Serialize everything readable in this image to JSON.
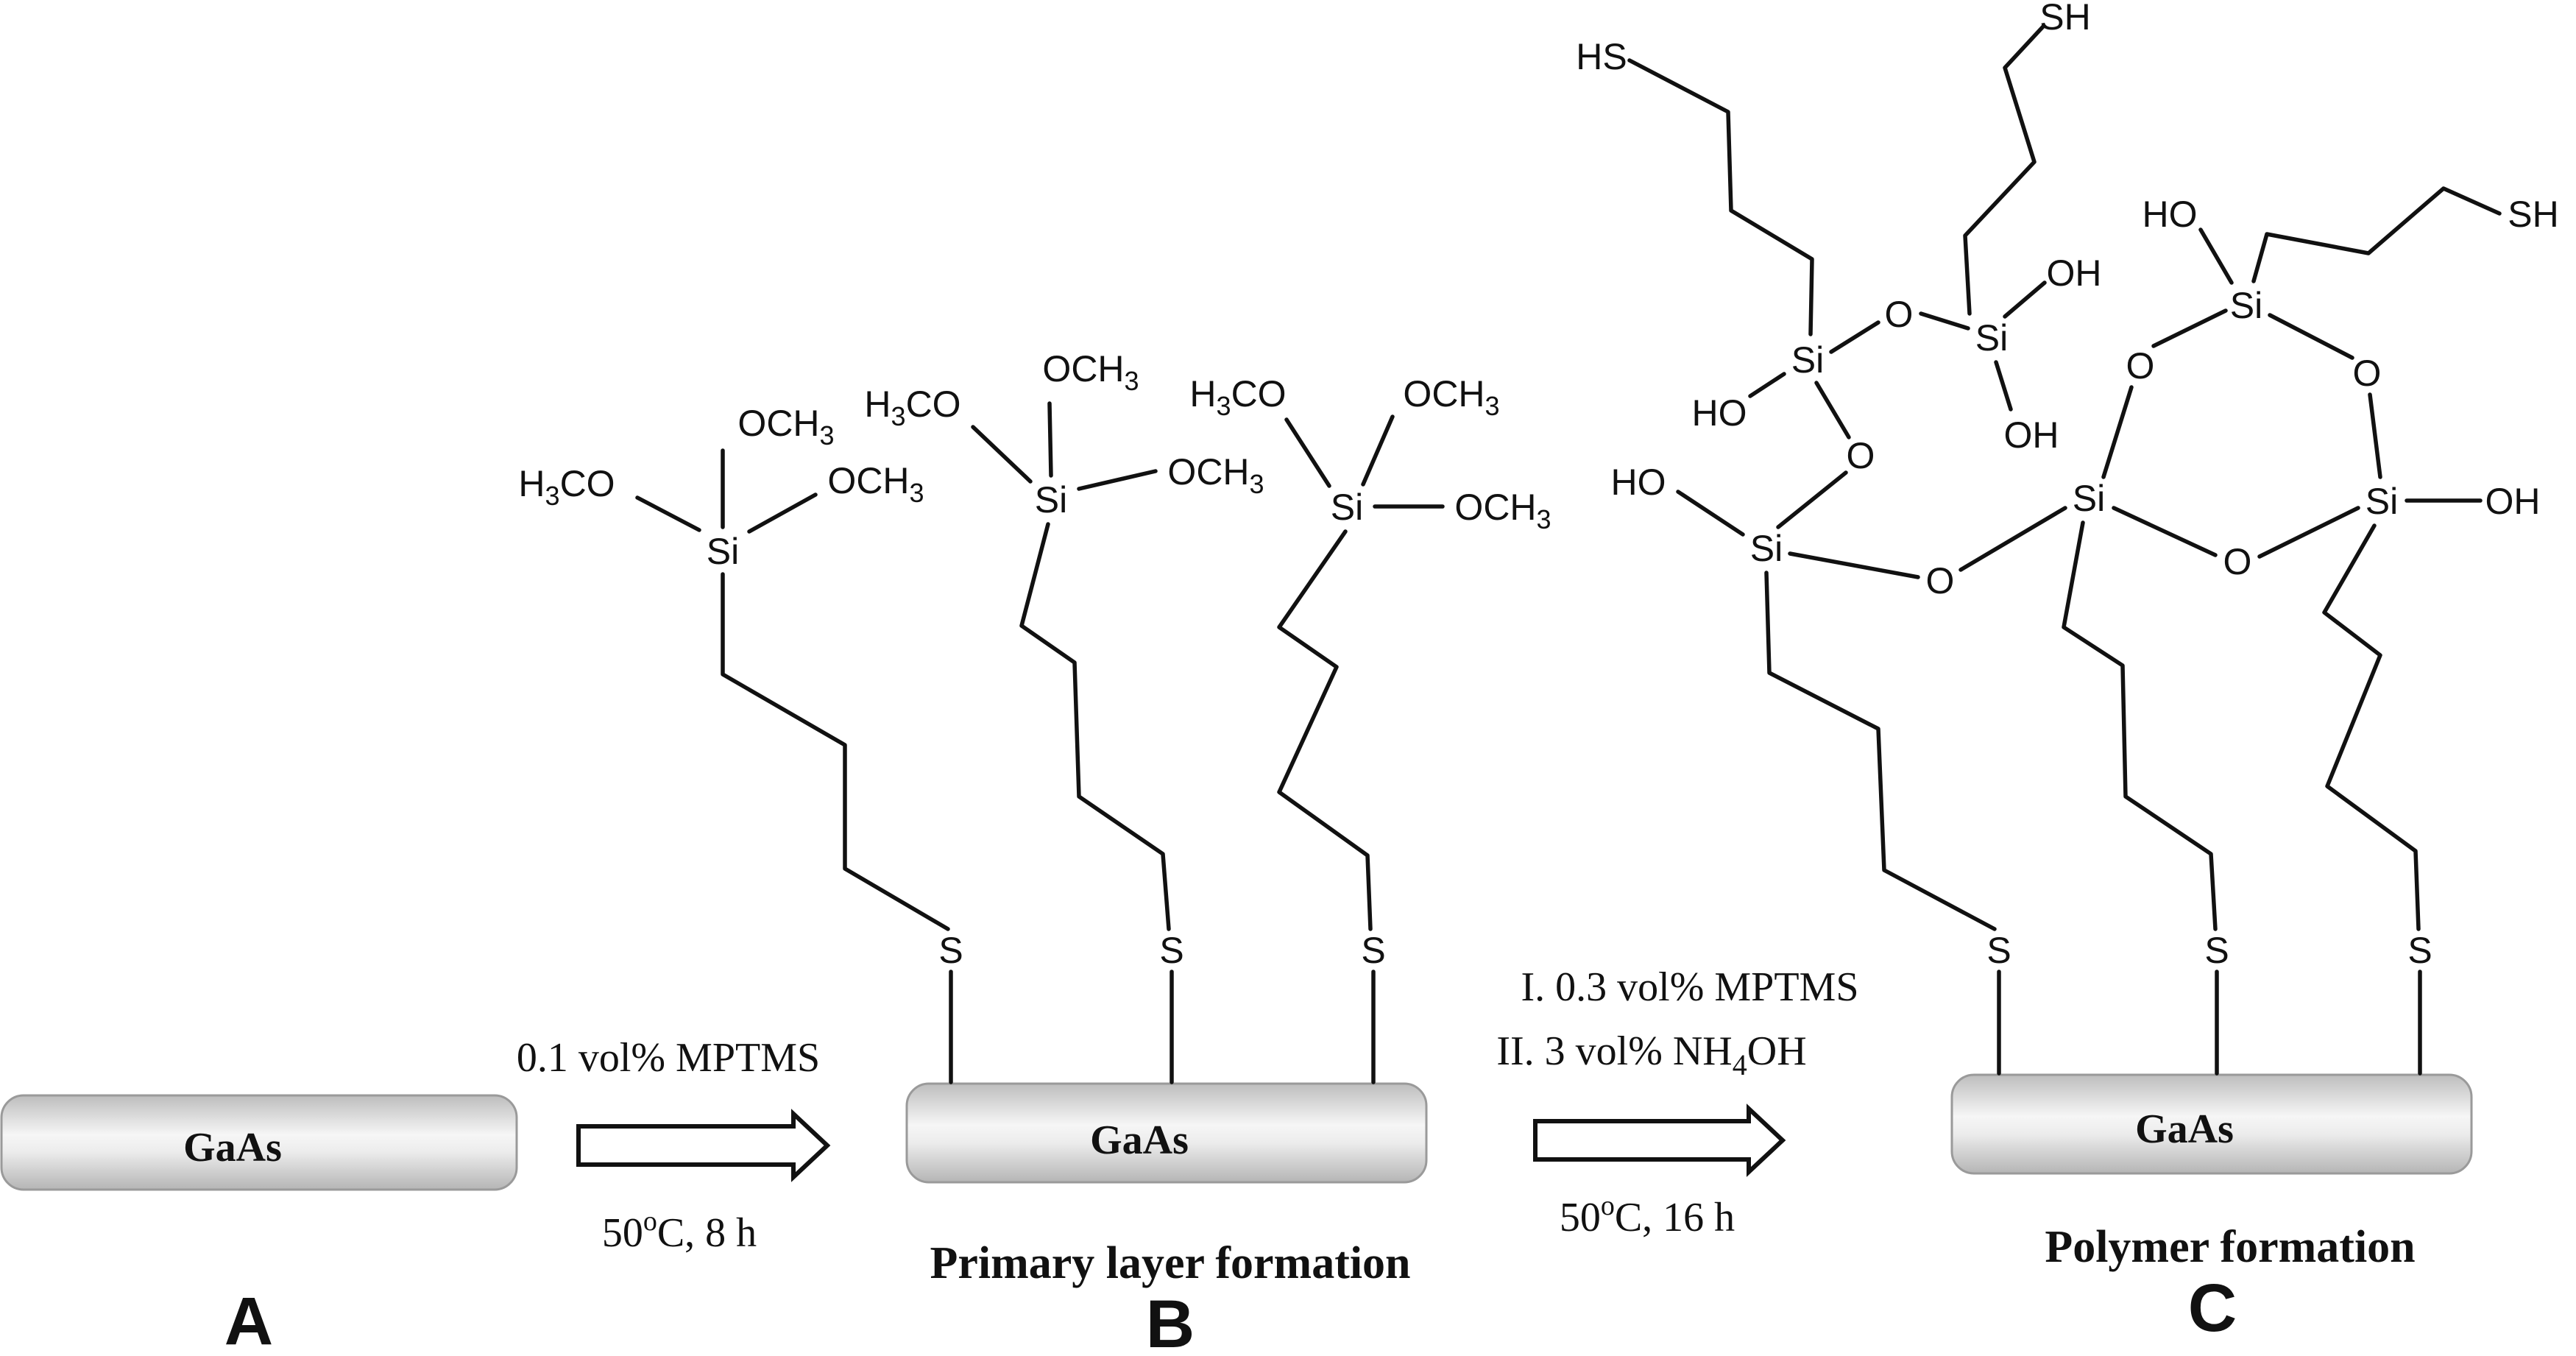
{
  "panels": {
    "a": {
      "letter": "A",
      "wafer_label": "GaAs"
    },
    "b": {
      "letter": "B",
      "wafer_label": "GaAs",
      "caption": "Primary layer formation"
    },
    "c": {
      "letter": "C",
      "wafer_label": "GaAs",
      "caption": "Polymer formation"
    }
  },
  "step1": {
    "reagent": "0.1 vol% MPTMS",
    "temp_value": "50",
    "temp_degree": "o",
    "temp_rest": "C, 8 h"
  },
  "step2": {
    "line1": "I. 0.3 vol% MPTMS",
    "line2_prefix": "II. 3 vol% NH",
    "line2_sub": "4",
    "line2_suffix": "OH",
    "temp_value": "50",
    "temp_degree": "o",
    "temp_rest": "C, 16 h"
  },
  "atoms": {
    "si": "Si",
    "s": "S",
    "o": "O",
    "sh": "SH",
    "hs": "HS",
    "oh": "OH",
    "ho": "HO",
    "och3_prefix": "OCH",
    "och3_sub": "3",
    "h3co_h": "H",
    "h3co_sub": "3",
    "h3co_suffix": "CO"
  },
  "colors": {
    "ink": "#111111",
    "wafer_light": "#f4f4f4",
    "wafer_dark": "#bdbdbd"
  }
}
